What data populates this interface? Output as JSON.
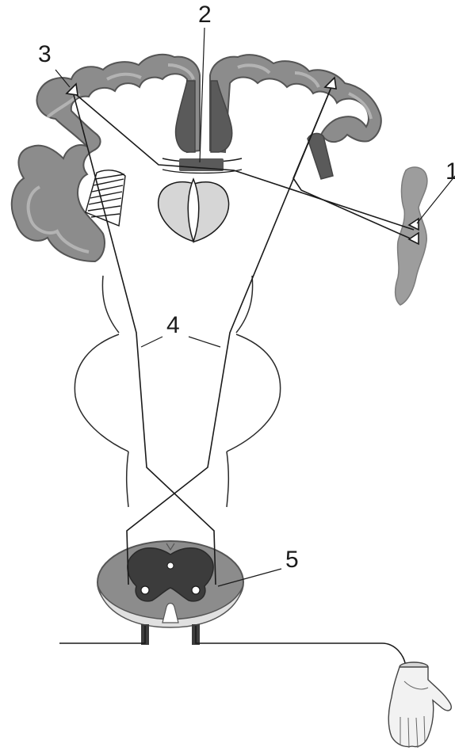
{
  "labels": {
    "one": "1",
    "two": "2",
    "three": "3",
    "four": "4",
    "five": "5"
  },
  "colors": {
    "cortex_fill": "#8c8c8c",
    "cortex_edge": "#555555",
    "dark_gray": "#5a5a5a",
    "light_gray": "#d6d6d6",
    "line": "#1a1a1a"
  }
}
